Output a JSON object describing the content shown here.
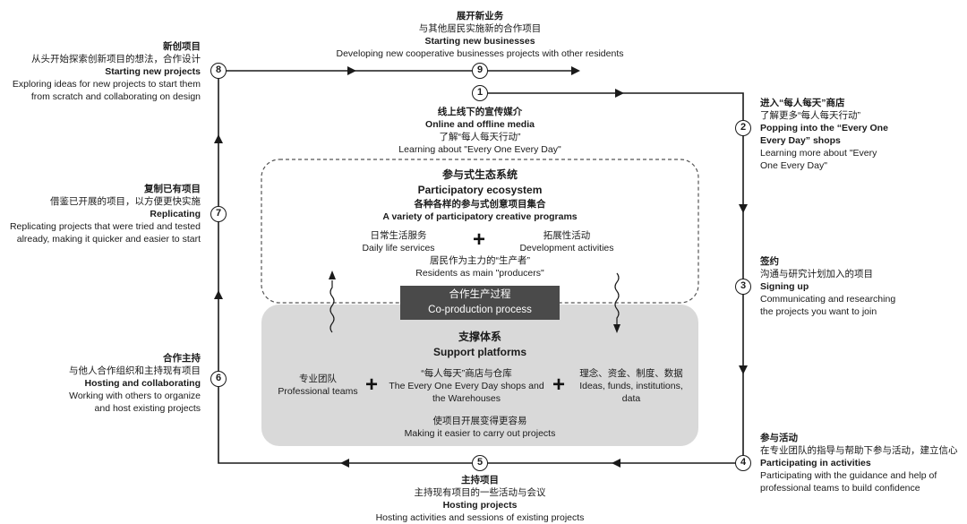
{
  "steps": [
    {
      "num": "1",
      "zh": "线上线下的宣传媒介",
      "en_title": "Online and offline media",
      "zh_desc": "了解“每人每天行动”",
      "en_desc": "Learning about \"Every One Every Day\""
    },
    {
      "num": "2",
      "zh": "进入“每人每天”商店",
      "zh_desc": "了解更多“每人每天行动”",
      "en_title_1": "Popping into the “Every One",
      "en_title_2": "Every Day” shops",
      "en_desc_1": "Learning more about \"Every",
      "en_desc_2": "One Every Day\""
    },
    {
      "num": "3",
      "zh": "签约",
      "zh_desc": "沟通与研究计划加入的项目",
      "en_title": "Signing up",
      "en_desc_1": "Communicating and researching",
      "en_desc_2": "the projects you want to join"
    },
    {
      "num": "4",
      "zh": "参与活动",
      "zh_desc": "在专业团队的指导与帮助下参与活动，建立信心",
      "en_title": "Participating in activities",
      "en_desc_1": "Participating with the guidance and help of",
      "en_desc_2": "professional teams to build confidence"
    },
    {
      "num": "5",
      "zh": "主持项目",
      "zh_desc": "主持现有项目的一些活动与会议",
      "en_title": "Hosting projects",
      "en_desc": "Hosting activities and sessions of existing projects"
    },
    {
      "num": "6",
      "zh": "合作主持",
      "zh_desc": "与他人合作组织和主持现有项目",
      "en_title": "Hosting and collaborating",
      "en_desc_1": "Working with others to organize",
      "en_desc_2": "and host existing projects"
    },
    {
      "num": "7",
      "zh": "复制已有项目",
      "zh_desc": "借鉴已开展的项目，以方便更快实施",
      "en_title": "Replicating",
      "en_desc_1": "Replicating projects that were tried and tested",
      "en_desc_2": "already, making it quicker and easier to start"
    },
    {
      "num": "8",
      "zh": "新创项目",
      "zh_desc": "从头开始探索创新项目的想法，合作设计",
      "en_title": "Starting new projects",
      "en_desc_1": "Exploring ideas for new projects to start them",
      "en_desc_2": "from scratch and collaborating on design"
    },
    {
      "num": "9",
      "zh": "展开新业务",
      "zh_desc": "与其他居民实施新的合作项目",
      "en_title": "Starting new businesses",
      "en_desc": "Developing new cooperative businesses projects with other residents"
    }
  ],
  "ecosystem": {
    "title_zh": "参与式生态系统",
    "title_en": "Participatory ecosystem",
    "programs_zh": "各种各样的参与式创意项目集合",
    "programs_en": "A variety of participatory creative programs",
    "left_zh": "日常生活服务",
    "left_en": "Daily life services",
    "right_zh": "拓展性活动",
    "right_en": "Development activities",
    "producers_zh": "居民作为主力的“生产者”",
    "producers_en": "Residents as main \"producers\"",
    "plus": "+"
  },
  "coproduction": {
    "zh": "合作生产过程",
    "en": "Co-production process"
  },
  "support": {
    "title_zh": "支撑体系",
    "title_en": "Support platforms",
    "left_zh": "专业团队",
    "left_en": "Professional teams",
    "mid_zh": "“每人每天”商店与仓库",
    "mid_en_1": "The Every One Every Day shops and",
    "mid_en_2": "the Warehouses",
    "right_zh": "理念、资金、制度、数据",
    "right_en_1": "Ideas, funds, institutions,",
    "right_en_2": "data",
    "bottom_zh": "使项目开展变得更容易",
    "bottom_en": "Making it easier to carry out projects",
    "plus": "+"
  },
  "colors": {
    "line": "#1a1a1a",
    "support_fill": "#d9d9d9",
    "coprod_fill": "#4a4a4a",
    "dashed": "#555555"
  }
}
